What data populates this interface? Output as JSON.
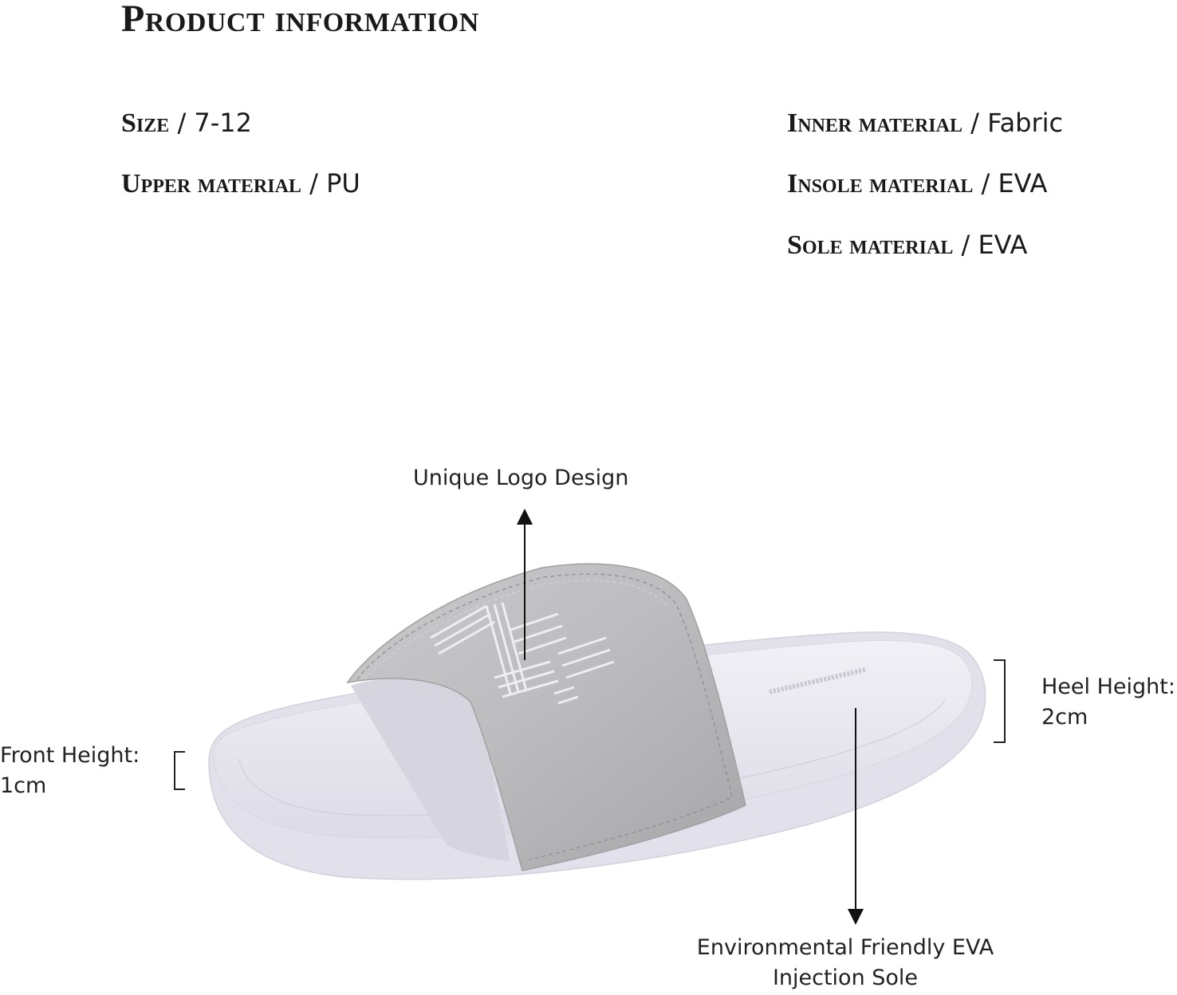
{
  "title": "Product information",
  "specs": {
    "size": {
      "label": "Size",
      "value": "7-12"
    },
    "upper": {
      "label": "Upper material",
      "value": "PU"
    },
    "inner": {
      "label": "Inner material",
      "value": "Fabric"
    },
    "insole": {
      "label": "Insole material",
      "value": "EVA"
    },
    "sole": {
      "label": "Sole material",
      "value": "EVA"
    },
    "separator": " / "
  },
  "callouts": {
    "logo": "Unique Logo Design",
    "heel_line1": "Heel Height:",
    "heel_line2": "2cm",
    "front_line1": "Front Height:",
    "front_line2": "1cm",
    "sole_line1": "Environmental Friendly EVA",
    "sole_line2": "Injection Sole"
  },
  "colors": {
    "sole": "#ebe9f2",
    "strap": "#b9b9bb"
  }
}
